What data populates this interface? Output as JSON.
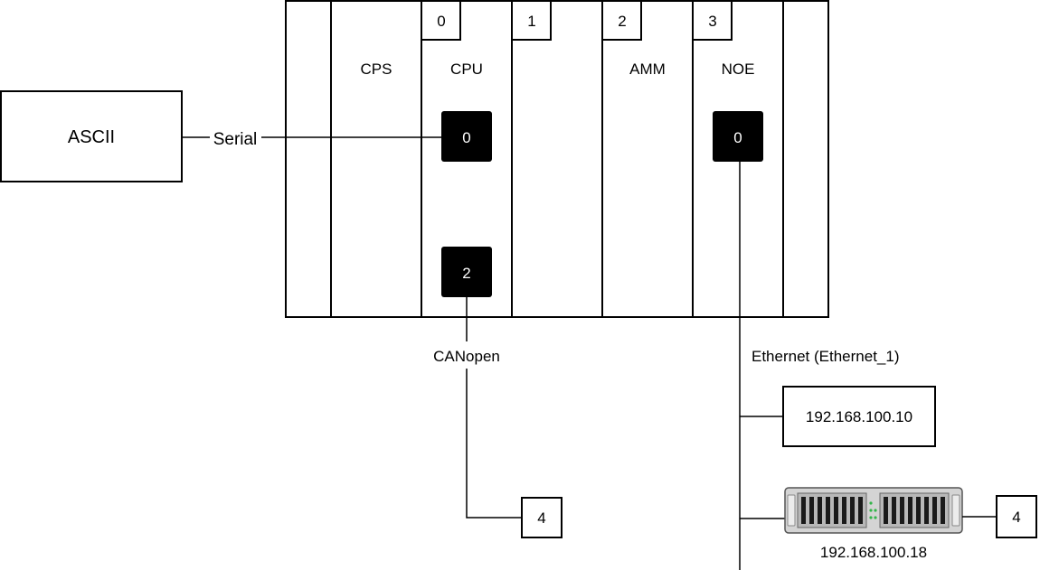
{
  "ascii_label": "ASCII",
  "serial_label": "Serial",
  "rack": {
    "slot_numbers": [
      "0",
      "1",
      "2",
      "3"
    ],
    "modules": {
      "cps": "CPS",
      "cpu": "CPU",
      "amm": "AMM",
      "noe": "NOE"
    },
    "ports": {
      "cpu_serial_port": "0",
      "cpu_canopen_port": "2",
      "noe_ethernet_port": "0"
    }
  },
  "canopen": {
    "label": "CANopen",
    "device_address": "4"
  },
  "ethernet": {
    "label": "Ethernet (Ethernet_1)",
    "device1_ip": "192.168.100.10",
    "device2_ip": "192.168.100.18",
    "device2_address": "4"
  }
}
